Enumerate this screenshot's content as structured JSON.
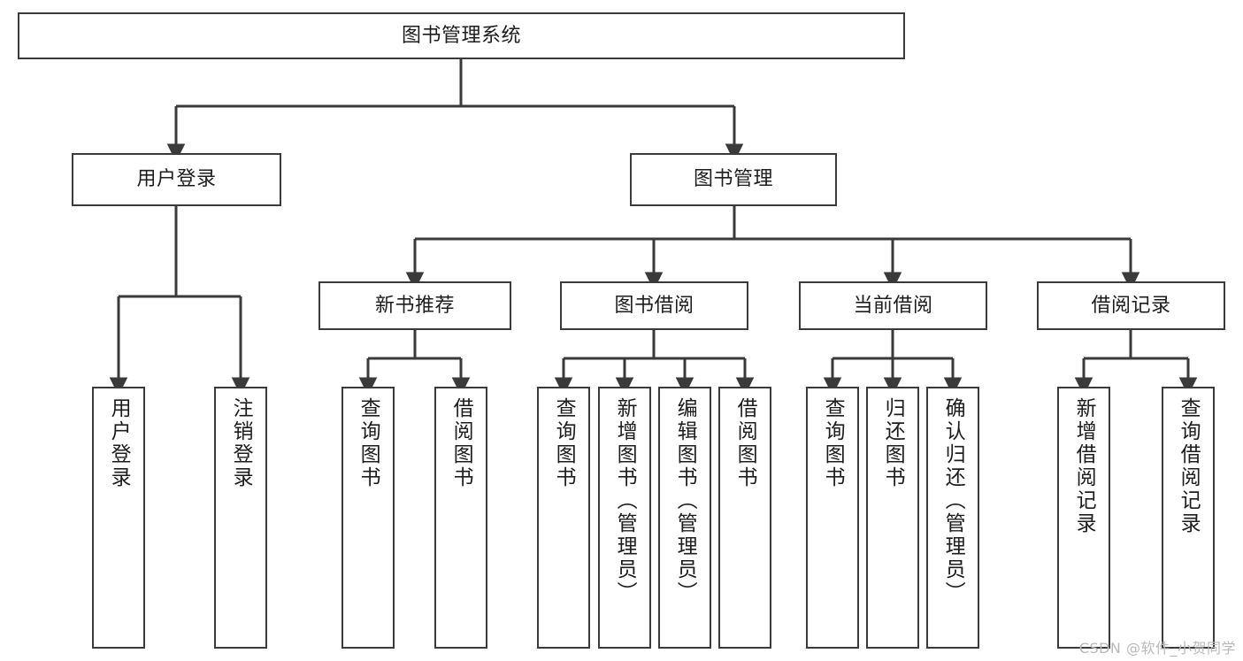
{
  "diagram": {
    "title": "图书管理系统",
    "type": "tree-hierarchy",
    "orientation": "top-down",
    "line_color": "#3a3a3a",
    "box_fill": "#ffffff",
    "text_color": "#1d1d1d",
    "arrow_style": "filled-triangle"
  },
  "root": {
    "label": "图书管理系统"
  },
  "level2": [
    {
      "label": "用户登录"
    },
    {
      "label": "图书管理"
    }
  ],
  "level3": [
    {
      "label": "新书推荐"
    },
    {
      "label": "图书借阅"
    },
    {
      "label": "当前借阅"
    },
    {
      "label": "借阅记录"
    }
  ],
  "leaves": {
    "user_login": [
      {
        "label": "用户登录"
      },
      {
        "label": "注销登录"
      }
    ],
    "new_book_recommend": [
      {
        "label": "查询图书"
      },
      {
        "label": "借阅图书"
      }
    ],
    "book_borrow": [
      {
        "label": "查询图书"
      },
      {
        "label": "新增图书（管理员）"
      },
      {
        "label": "编辑图书（管理员）"
      },
      {
        "label": "借阅图书"
      }
    ],
    "current_borrow": [
      {
        "label": "查询图书"
      },
      {
        "label": "归还图书"
      },
      {
        "label": "确认归还（管理员）"
      }
    ],
    "borrow_record": [
      {
        "label": "新增借阅记录"
      },
      {
        "label": "查询借阅记录"
      }
    ]
  },
  "watermark": {
    "text": "CSDN @软件_小贺同学"
  }
}
